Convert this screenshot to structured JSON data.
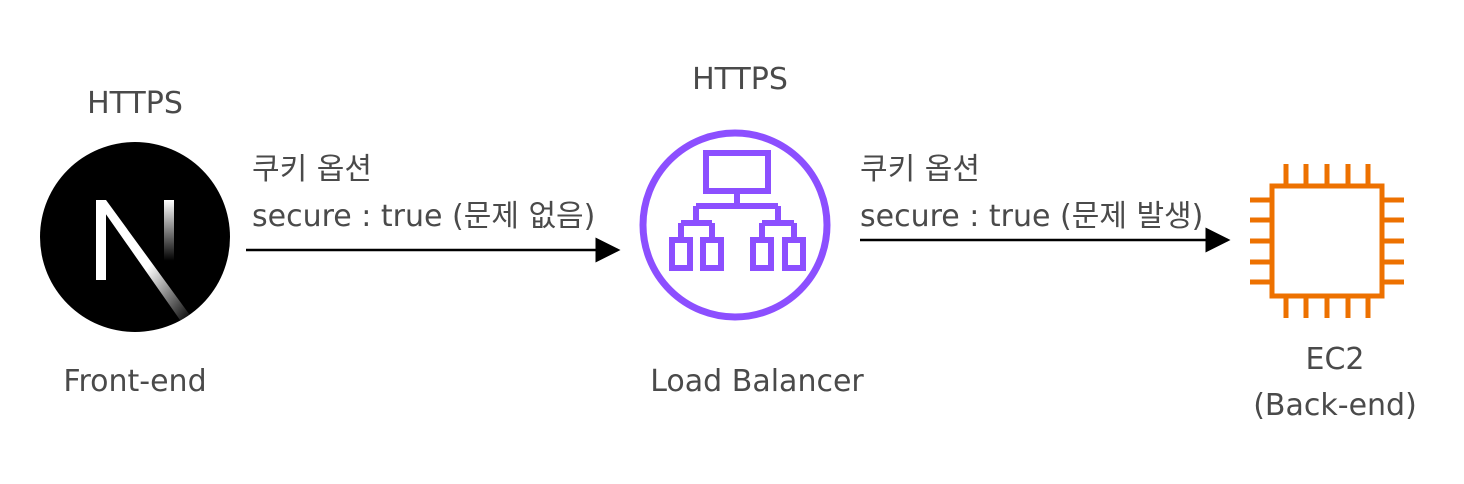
{
  "nodes": {
    "frontend": {
      "protocol": "HTTPS",
      "label": "Front-end",
      "icon": "nextjs-logo-icon"
    },
    "loadbalancer": {
      "protocol": "HTTPS",
      "label": "Load Balancer",
      "icon": "load-balancer-icon"
    },
    "ec2": {
      "label_line1": "EC2",
      "label_line2": "(Back-end)",
      "icon": "ec2-chip-icon"
    }
  },
  "edges": {
    "frontend_to_lb": {
      "title": "쿠키 옵션",
      "detail": "secure : true (문제 없음)"
    },
    "lb_to_ec2": {
      "title": "쿠키 옵션",
      "detail": "secure : true (문제 발생)"
    }
  },
  "colors": {
    "text": "#4a4a4a",
    "nextjs_bg": "#000000",
    "load_balancer": "#8c4fff",
    "ec2": "#ed7100",
    "arrow": "#000000"
  }
}
